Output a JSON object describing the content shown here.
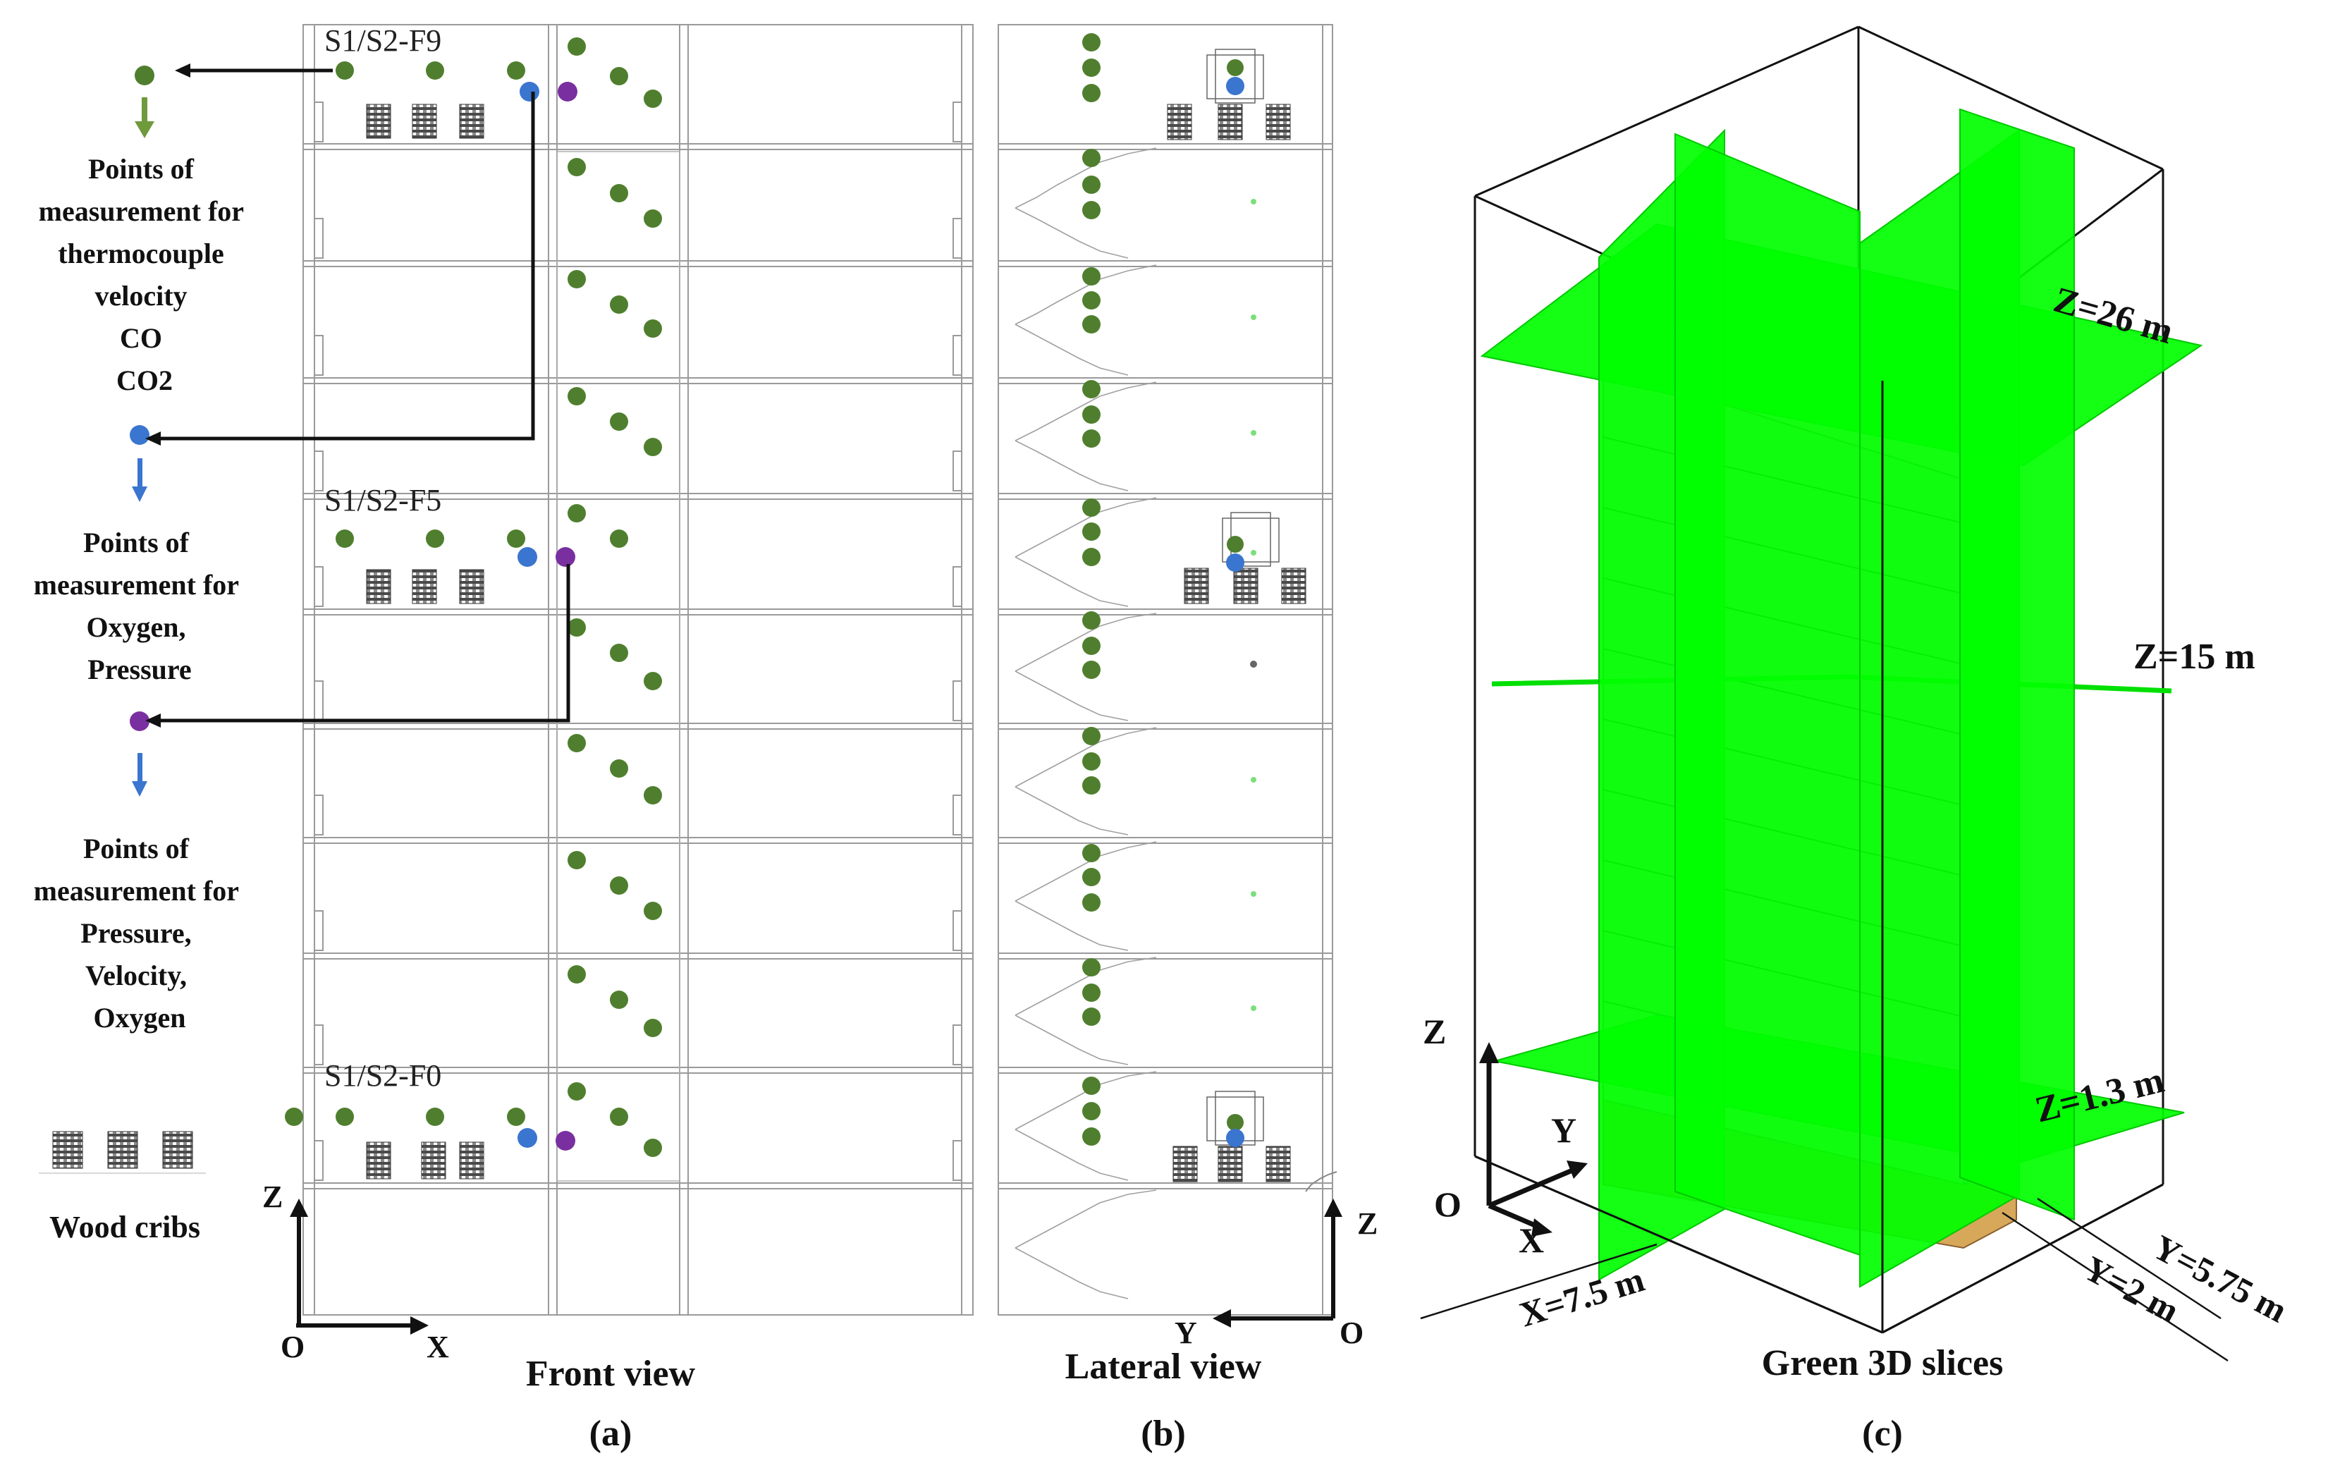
{
  "legend": {
    "group1": [
      "Points of",
      "measurement for",
      "thermocouple",
      "velocity",
      "CO",
      "CO2"
    ],
    "group2": [
      "Points of",
      "measurement for",
      "Oxygen,",
      "Pressure"
    ],
    "group3": [
      "Points of",
      "measurement for",
      "Pressure,",
      "Velocity,",
      "Oxygen"
    ],
    "cribs_label": "Wood cribs"
  },
  "front_view": {
    "floor_labels": [
      "S1/S2-F9",
      "S1/S2-F5",
      "S1/S2-F0"
    ],
    "axes": {
      "origin": "O",
      "x": "X",
      "z": "Z"
    },
    "title": "Front view",
    "panel": "(a)"
  },
  "lateral_view": {
    "axes": {
      "origin": "O",
      "y": "Y",
      "z": "Z"
    },
    "title": "Lateral view",
    "panel": "(b)"
  },
  "iso_view": {
    "slices": [
      "Z=26 m",
      "Z=15 m",
      "Z=1.3 m"
    ],
    "dims": [
      "X=7.5 m",
      "Y=5.75 m",
      "Y=2 m"
    ],
    "axes": {
      "origin": "O",
      "x": "X",
      "y": "Y",
      "z": "Z"
    },
    "title": "Green 3D slices",
    "panel": "(c)"
  },
  "colors": {
    "green_point": "#4f7f2e",
    "blue_point": "#3a75d0",
    "purple_point": "#7a2fa0",
    "slice_green": "#00ff00",
    "building": "#d8dcbc",
    "ground_floor": "#d8a85a"
  }
}
